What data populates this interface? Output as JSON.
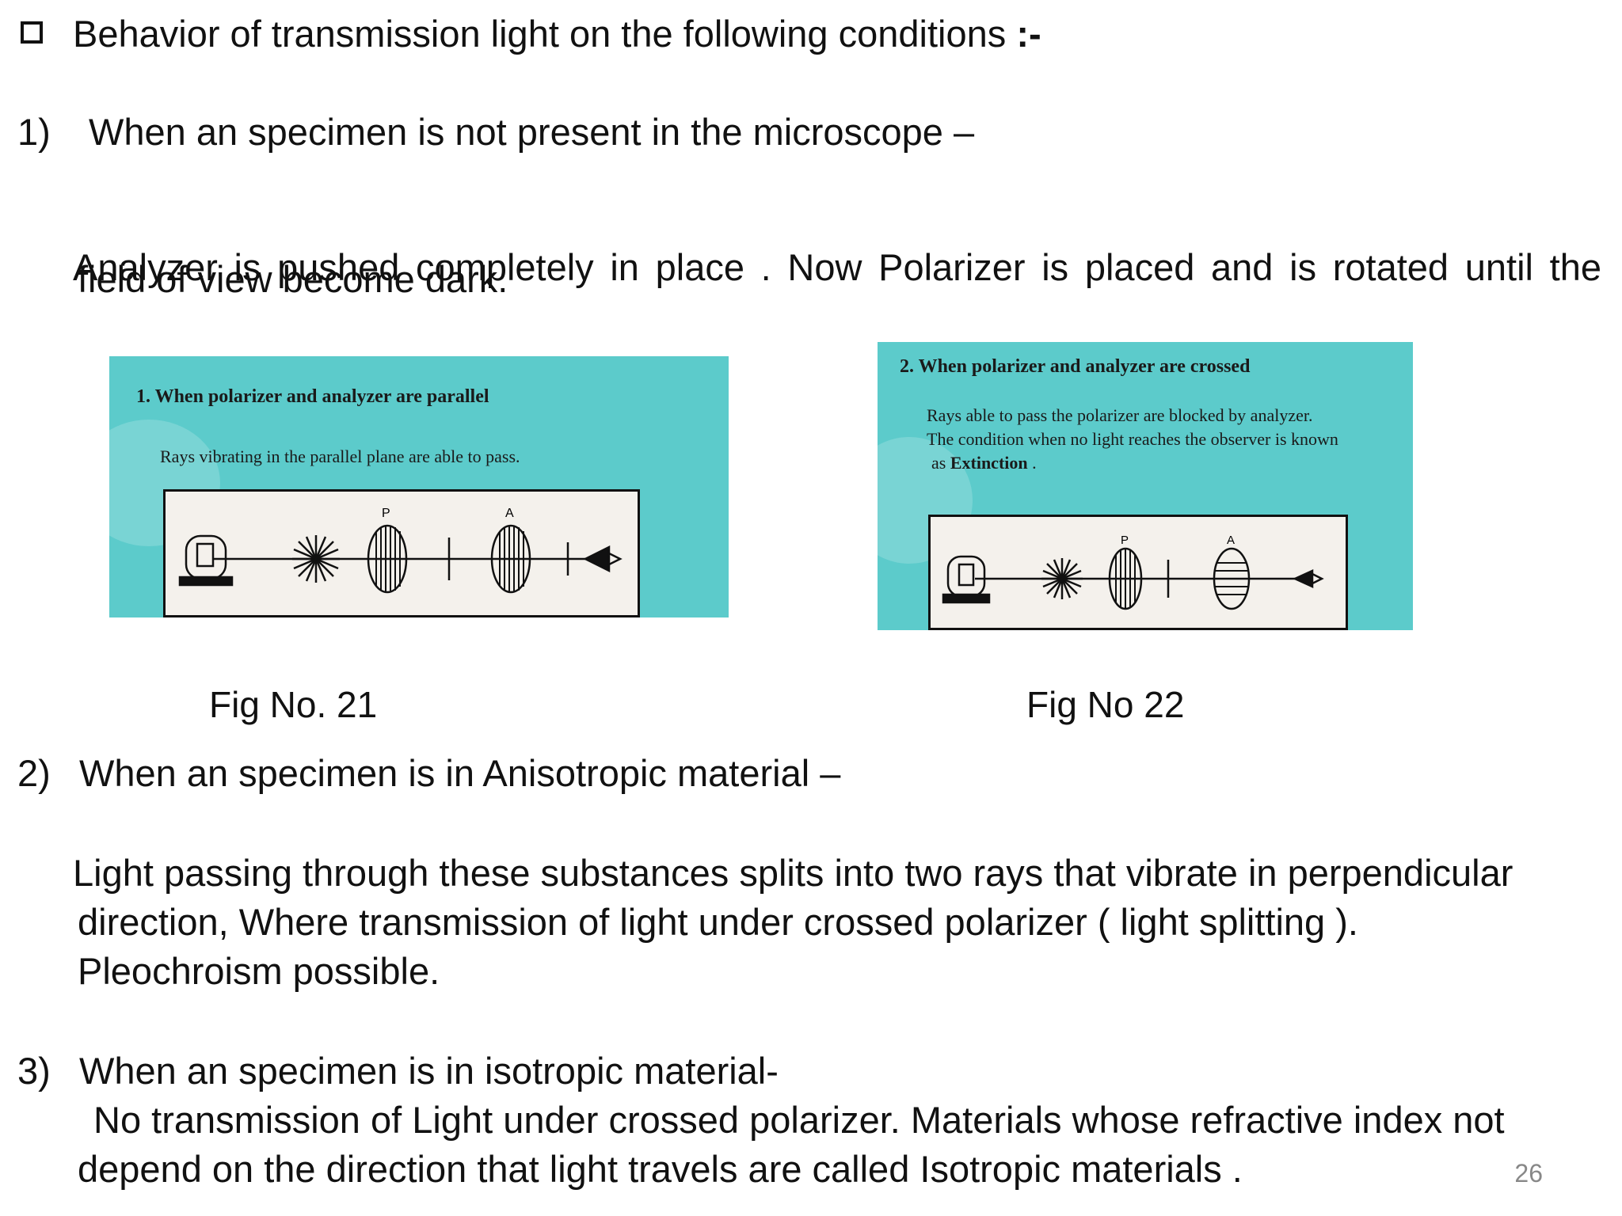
{
  "heading": {
    "text": "Behavior of transmission light on the following conditions",
    "suffix": ":-"
  },
  "items": [
    {
      "number": "1)",
      "title": "When an specimen is not present in the microscope –",
      "lines": [
        "Analyzer is pushed completely in place . Now Polarizer is placed and is rotated until the",
        "field of view become dark."
      ]
    },
    {
      "number": "2)",
      "title": "When an specimen is in Anisotropic material –",
      "lines": [
        "Light passing through these substances splits into two rays that vibrate in perpendicular",
        "direction,  Where  transmission of light under crossed polarizer  ( light splitting ).",
        "Pleochroism possible."
      ]
    },
    {
      "number": "3)",
      "title": "When an specimen is in isotropic material-",
      "lines": [
        "No transmission of Light under crossed polarizer. Materials  whose refractive index not",
        "depend  on the direction that light travels are called  Isotropic materials ."
      ]
    }
  ],
  "figures": [
    {
      "caption": "Fig No. 21",
      "title": "1.  When polarizer and analyzer are parallel",
      "text": [
        "Rays vibrating in the parallel plane are able to pass."
      ],
      "labels": [
        "P",
        "A"
      ]
    },
    {
      "caption": "Fig No 22",
      "title": "2.  When polarizer and analyzer are crossed",
      "text": [
        "Rays able to pass the polarizer are blocked by analyzer.",
        "The condition when no light reaches the observer is known"
      ],
      "last_prefix": "as ",
      "last_bold": "Extinction",
      "last_suffix": " .",
      "labels": [
        "P",
        "A"
      ]
    }
  ],
  "page_number": "26",
  "colors": {
    "figure_bg": "#5ccbcb",
    "panel_bg": "#f4f1ec"
  }
}
